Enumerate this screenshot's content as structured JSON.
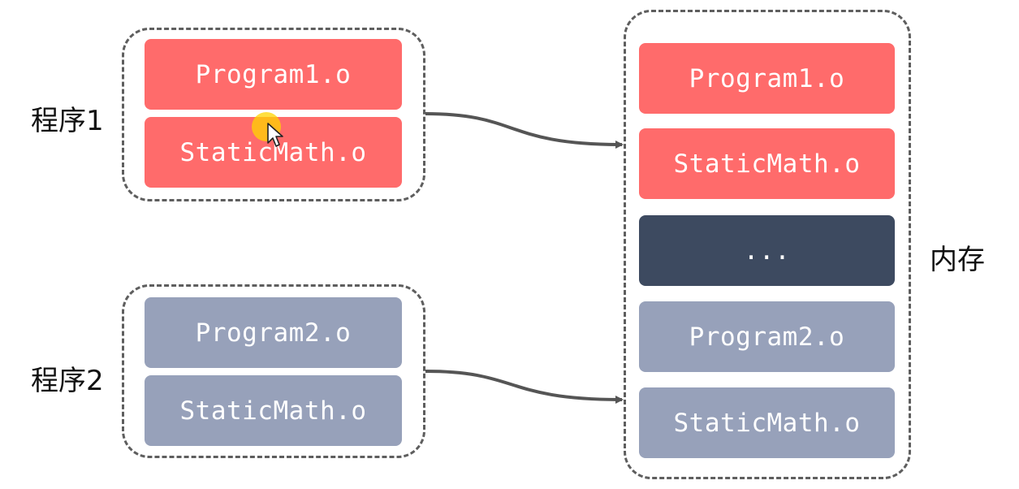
{
  "program1": {
    "label": "程序1",
    "blocks": [
      "Program1.o",
      "StaticMath.o"
    ]
  },
  "program2": {
    "label": "程序2",
    "blocks": [
      "Program2.o",
      "StaticMath.o"
    ]
  },
  "memory": {
    "label": "内存",
    "blocks": [
      "Program1.o",
      "StaticMath.o",
      "...",
      "Program2.o",
      "StaticMath.o"
    ]
  },
  "colors": {
    "program1_block": "#ff6b6b",
    "program2_block": "#97a1ba",
    "gap_block": "#3d4a60",
    "border": "#5e5e5e",
    "arrow": "#555555"
  }
}
